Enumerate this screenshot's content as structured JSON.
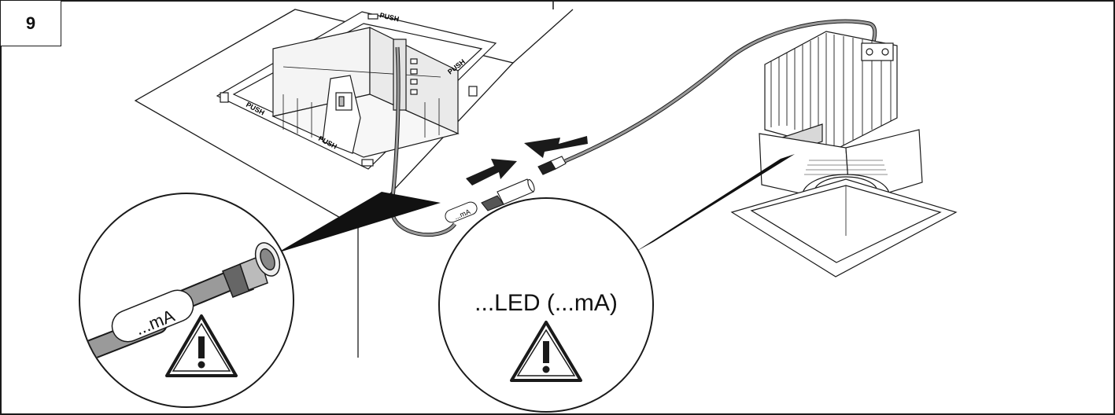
{
  "step_number": "9",
  "push_labels": [
    "PUSH",
    "PUSH",
    "PUSH",
    "PUSH"
  ],
  "cable_tag_small": "...mA",
  "detail_left": {
    "tag_text": "...mA"
  },
  "detail_right": {
    "label": "...LED (...mA)"
  },
  "colors": {
    "line": "#1a1a1a",
    "cable": "#9a9a9a",
    "shade": "#d8d8d8",
    "fill": "#ffffff"
  },
  "icons": [
    "warning-triangle-icon",
    "arrow-push-right-icon",
    "arrow-push-left-icon"
  ]
}
